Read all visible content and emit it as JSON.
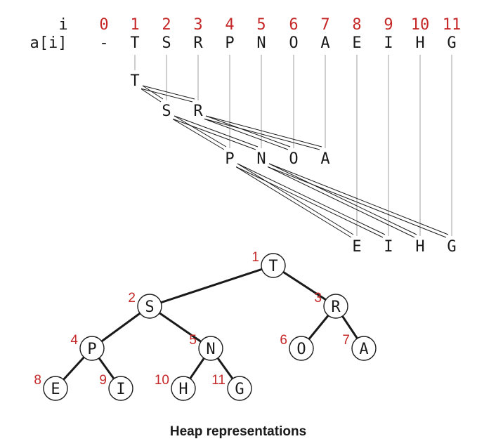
{
  "header": {
    "index_label": "i",
    "array_label": "a[i]"
  },
  "indices": [
    "0",
    "1",
    "2",
    "3",
    "4",
    "5",
    "6",
    "7",
    "8",
    "9",
    "10",
    "11"
  ],
  "values": [
    "-",
    "T",
    "S",
    "R",
    "P",
    "N",
    "O",
    "A",
    "E",
    "I",
    "H",
    "G"
  ],
  "tree_nodes": [
    {
      "index": "1",
      "key": "T"
    },
    {
      "index": "2",
      "key": "S"
    },
    {
      "index": "3",
      "key": "R"
    },
    {
      "index": "4",
      "key": "P"
    },
    {
      "index": "5",
      "key": "N"
    },
    {
      "index": "6",
      "key": "O"
    },
    {
      "index": "7",
      "key": "A"
    },
    {
      "index": "8",
      "key": "E"
    },
    {
      "index": "9",
      "key": "I"
    },
    {
      "index": "10",
      "key": "H"
    },
    {
      "index": "11",
      "key": "G"
    }
  ],
  "tree_edges": [
    [
      1,
      2
    ],
    [
      1,
      3
    ],
    [
      2,
      4
    ],
    [
      2,
      5
    ],
    [
      3,
      6
    ],
    [
      3,
      7
    ],
    [
      4,
      8
    ],
    [
      4,
      9
    ],
    [
      5,
      10
    ],
    [
      5,
      11
    ]
  ],
  "caption": "Heap representations",
  "colors": {
    "index_red": "#c62828",
    "ink": "#1a1a1a",
    "guide_gray": "#9e9e9e"
  }
}
